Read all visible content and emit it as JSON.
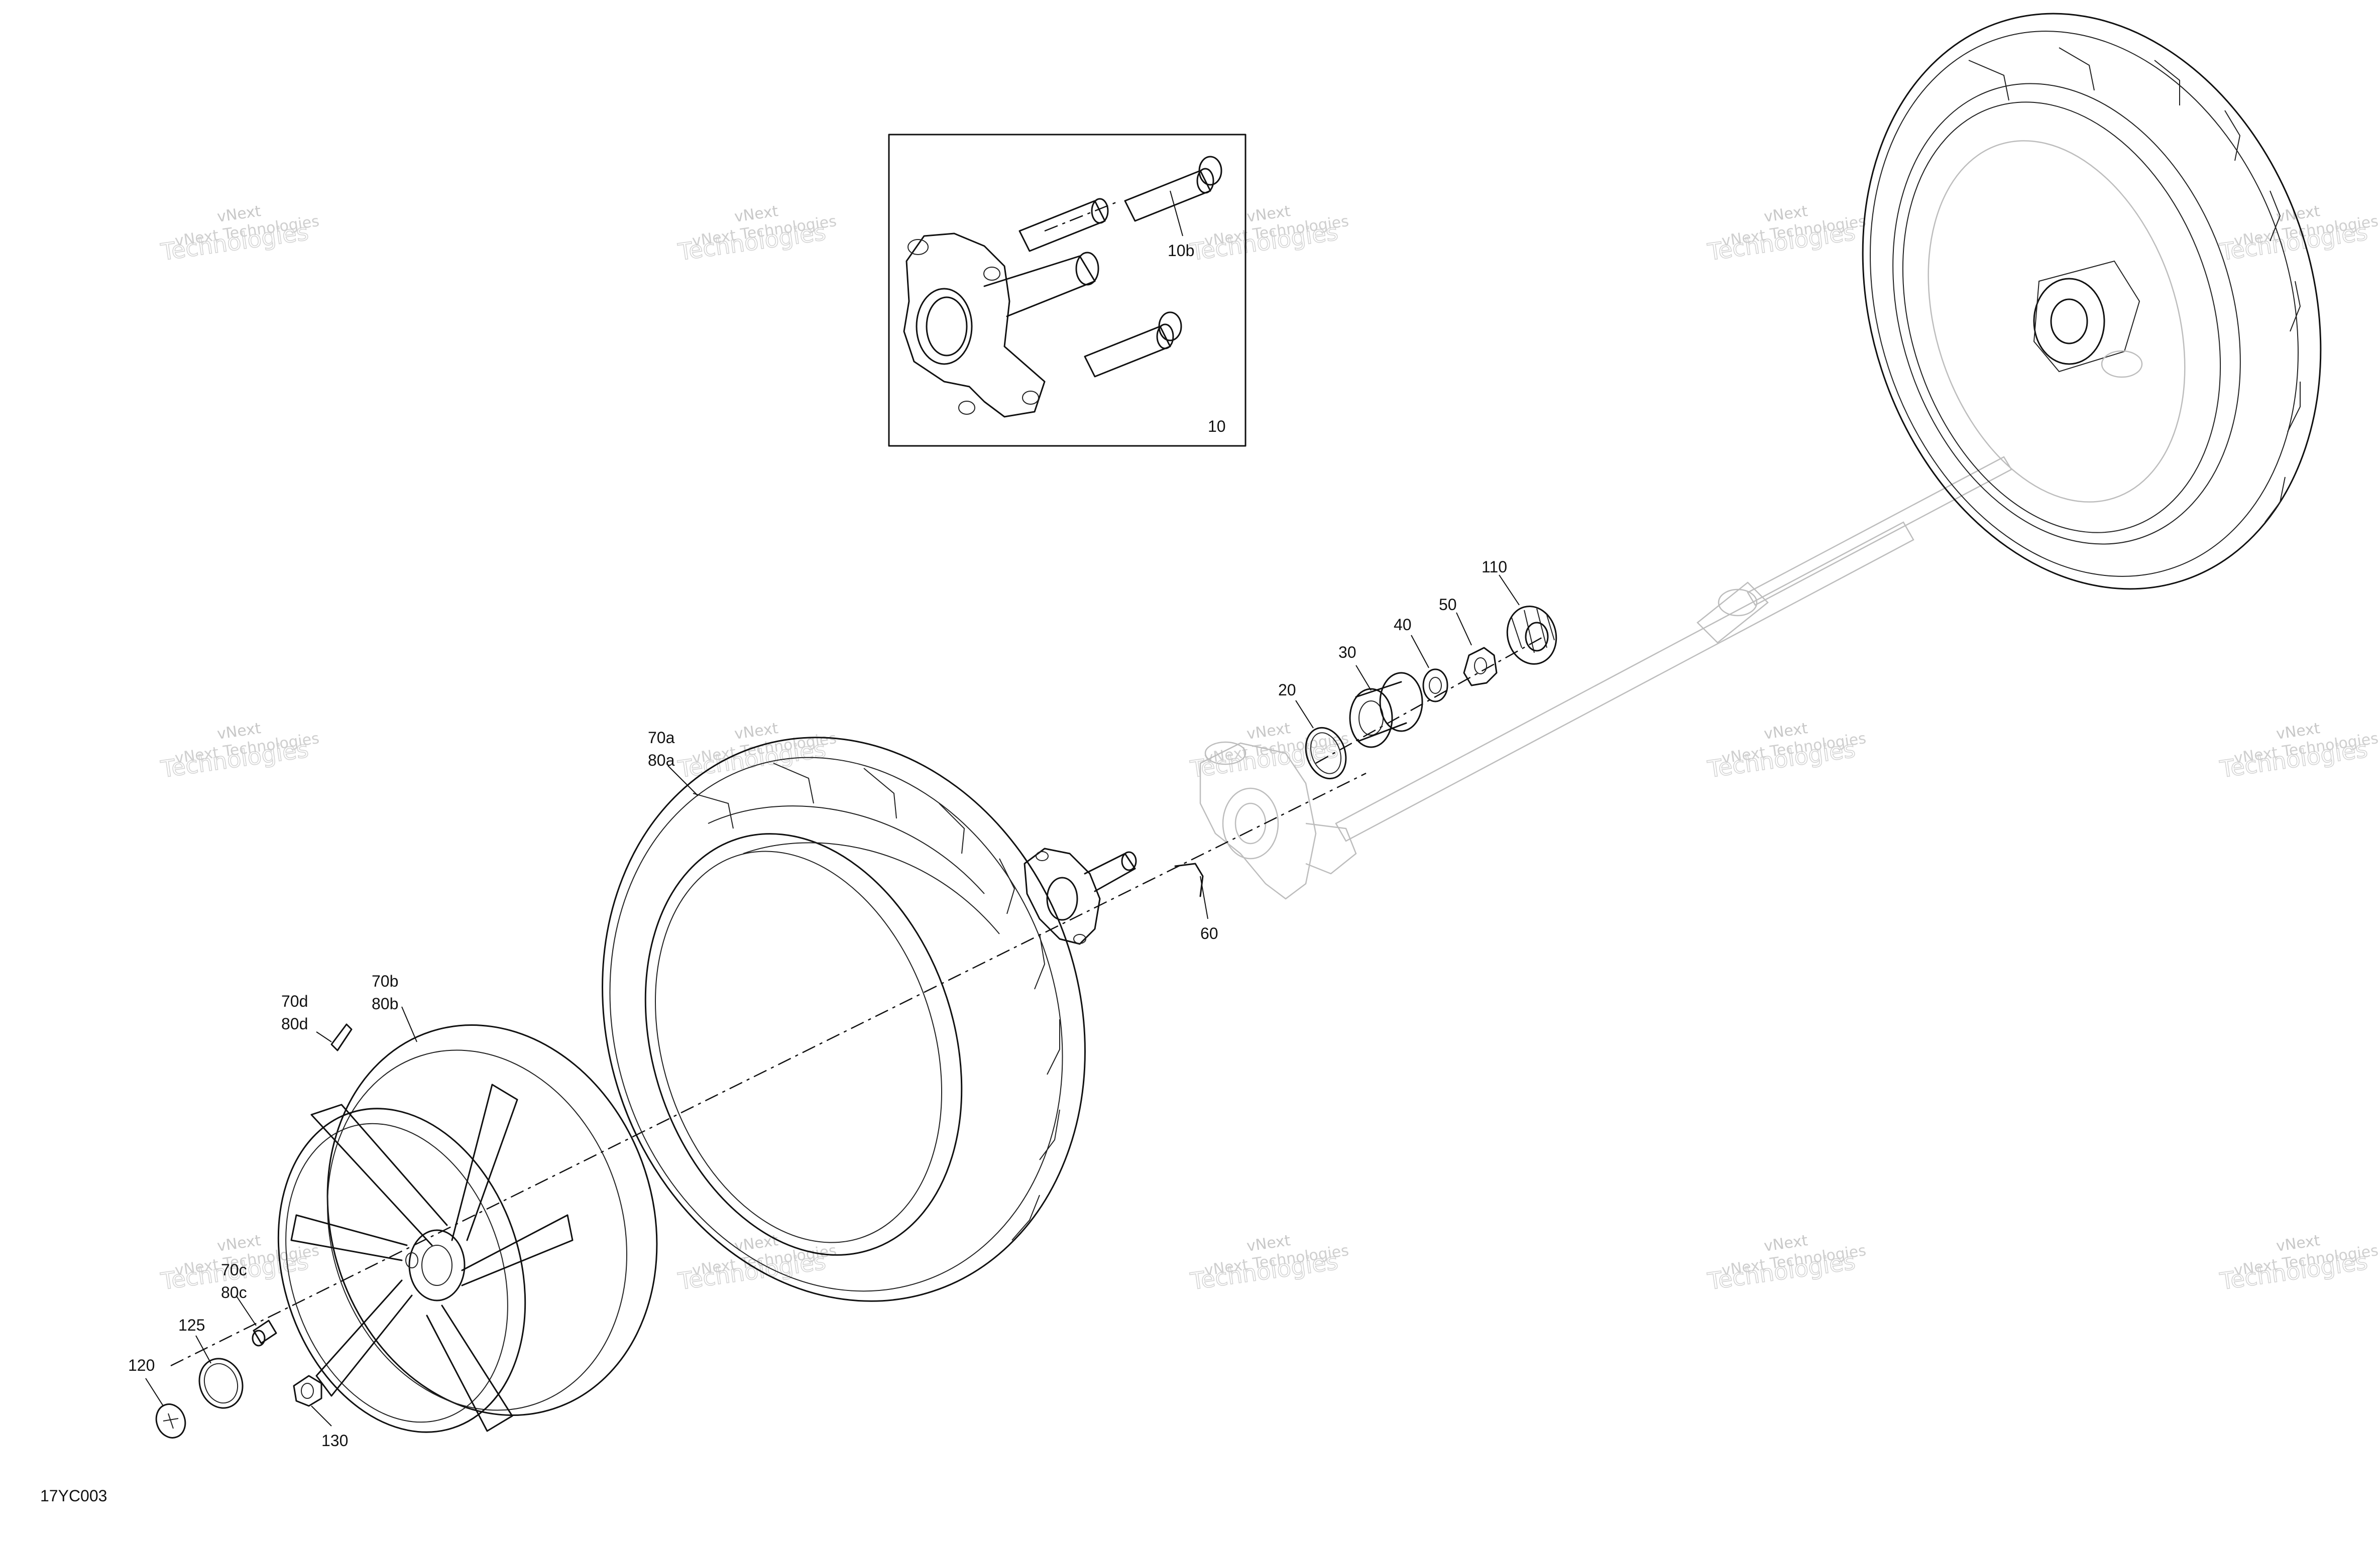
{
  "drawing_code": "17YC003",
  "callouts": {
    "c10": "10",
    "c10b": "10b",
    "c20": "20",
    "c30": "30",
    "c40": "40",
    "c50": "50",
    "c60": "60",
    "c110": "110",
    "c70a": "70a",
    "c80a": "80a",
    "c70b": "70b",
    "c80b": "80b",
    "c70c": "70c",
    "c80c": "80c",
    "c70d": "70d",
    "c80d": "80d",
    "c120": "120",
    "c125": "125",
    "c130": "130"
  },
  "watermark": {
    "line1": "vNext",
    "line2": "Technologies",
    "caption": "vNext Technologies"
  },
  "colors": {
    "line": "#111111",
    "ghost": "#bdbdbd",
    "watermark": "#cfcfcf",
    "background": "#ffffff"
  }
}
